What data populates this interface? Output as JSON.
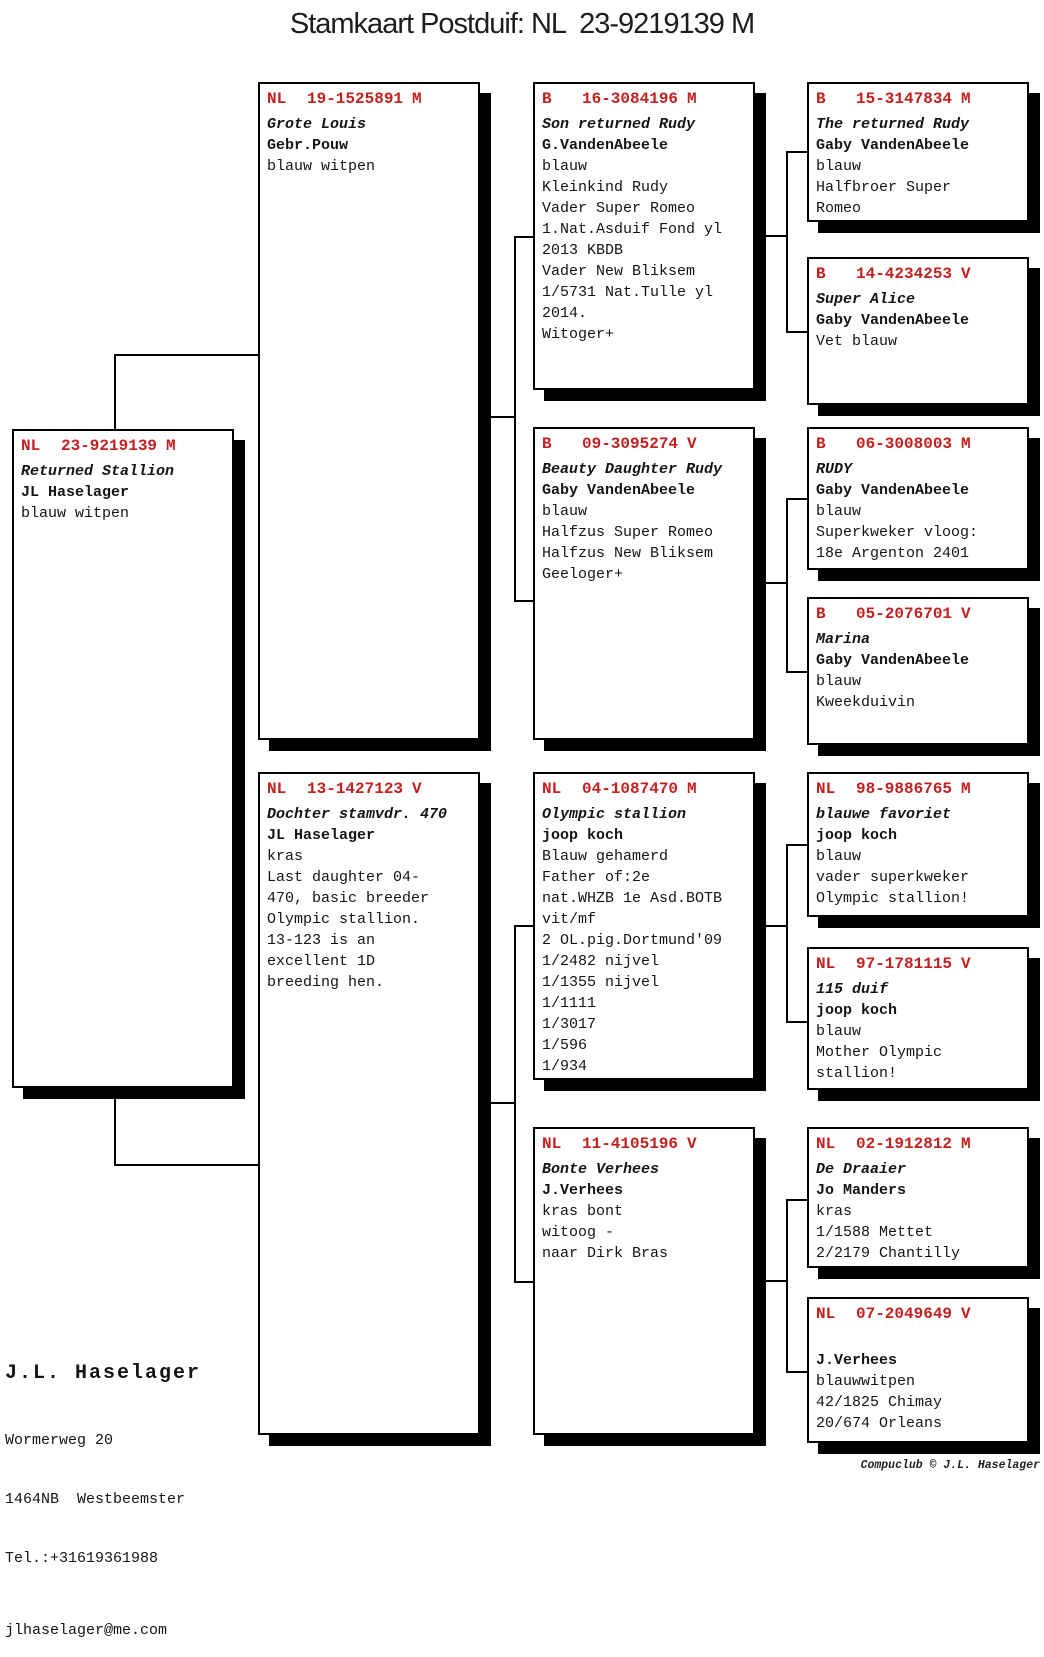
{
  "title": "Stamkaart Postduif: NL  23-9219139 M",
  "accent_color": "#c21f1f",
  "boxes": {
    "root": {
      "country": "NL",
      "ring": "23-9219139",
      "sex": "M",
      "name": "Returned Stallion",
      "owner": "JL Haselager",
      "lines": [
        "blauw witpen"
      ]
    },
    "sire": {
      "country": "NL",
      "ring": "19-1525891",
      "sex": "M",
      "name": "Grote Louis",
      "owner": "Gebr.Pouw",
      "lines": [
        "blauw witpen"
      ]
    },
    "dam": {
      "country": "NL",
      "ring": "13-1427123",
      "sex": "V",
      "name": "Dochter stamvdr. 470",
      "owner": "JL Haselager",
      "lines": [
        "kras",
        "Last daughter 04-",
        "470, basic breeder",
        "Olympic stallion.",
        "13-123 is an",
        "excellent 1D",
        "breeding hen."
      ]
    },
    "p1": {
      "country": "B",
      "ring": "16-3084196",
      "sex": "M",
      "name": "Son returned Rudy",
      "owner": "G.VandenAbeele",
      "lines": [
        "blauw",
        "Kleinkind Rudy",
        "Vader Super Romeo",
        "1.Nat.Asduif Fond yl",
        "2013 KBDB",
        "Vader New Bliksem",
        "1/5731 Nat.Tulle yl",
        "2014.",
        "Witoger+"
      ]
    },
    "p2": {
      "country": "B",
      "ring": "09-3095274",
      "sex": "V",
      "name": "Beauty Daughter Rudy",
      "owner": "Gaby VandenAbeele",
      "lines": [
        "blauw",
        "Halfzus Super Romeo",
        "Halfzus New Bliksem",
        "Geeloger+"
      ]
    },
    "p3": {
      "country": "NL",
      "ring": "04-1087470",
      "sex": "M",
      "name": "Olympic stallion",
      "owner": "joop koch",
      "lines": [
        "Blauw gehamerd",
        "Father of:2e",
        "nat.WHZB 1e Asd.BOTB",
        "vit/mf",
        "2 OL.pig.Dortmund'09",
        "1/2482 nijvel",
        "1/1355 nijvel",
        "1/1111",
        "1/3017",
        "1/596",
        "1/934"
      ]
    },
    "p4": {
      "country": "NL",
      "ring": "11-4105196",
      "sex": "V",
      "name": "Bonte Verhees",
      "owner": "J.Verhees",
      "lines": [
        "kras bont",
        "witoog -",
        "naar Dirk Bras"
      ]
    },
    "g1": {
      "country": "B",
      "ring": "15-3147834",
      "sex": "M",
      "name": "The returned Rudy",
      "owner": "Gaby VandenAbeele",
      "lines": [
        "blauw",
        "Halfbroer Super",
        "Romeo"
      ]
    },
    "g2": {
      "country": "B",
      "ring": "14-4234253",
      "sex": "V",
      "name": "Super Alice",
      "owner": "Gaby VandenAbeele",
      "lines": [
        "Vet blauw"
      ]
    },
    "g3": {
      "country": "B",
      "ring": "06-3008003",
      "sex": "M",
      "name": "RUDY",
      "owner": "Gaby VandenAbeele",
      "lines": [
        "blauw",
        "Superkweker vloog:",
        "18e Argenton 2401"
      ]
    },
    "g4": {
      "country": "B",
      "ring": "05-2076701",
      "sex": "V",
      "name": "Marina",
      "owner": "Gaby VandenAbeele",
      "lines": [
        "blauw",
        "Kweekduivin"
      ]
    },
    "g5": {
      "country": "NL",
      "ring": "98-9886765",
      "sex": "M",
      "name": "blauwe favoriet",
      "owner": "joop koch",
      "lines": [
        "blauw",
        "vader superkweker",
        "Olympic stallion!"
      ]
    },
    "g6": {
      "country": "NL",
      "ring": "97-1781115",
      "sex": "V",
      "name": "115 duif",
      "owner": "joop koch",
      "lines": [
        "blauw",
        "Mother Olympic",
        "stallion!"
      ]
    },
    "g7": {
      "country": "NL",
      "ring": "02-1912812",
      "sex": "M",
      "name": "De Draaier",
      "owner": "Jo Manders",
      "lines": [
        "kras",
        "1/1588 Mettet",
        "2/2179 Chantilly"
      ]
    },
    "g8": {
      "country": "NL",
      "ring": "07-2049649",
      "sex": "V",
      "name": "",
      "owner": "J.Verhees",
      "lines": [
        "blauwwitpen",
        "42/1825 Chimay",
        "20/674 Orleans"
      ]
    }
  },
  "footer": {
    "breeder_name": "J.L. Haselager",
    "address_lines": [
      "Wormerweg 20",
      "1464NB  Westbeemster",
      "Tel.:+31619361988"
    ],
    "email": "jlhaselager@me.com",
    "copyright": "Compuclub © J.L. Haselager"
  }
}
